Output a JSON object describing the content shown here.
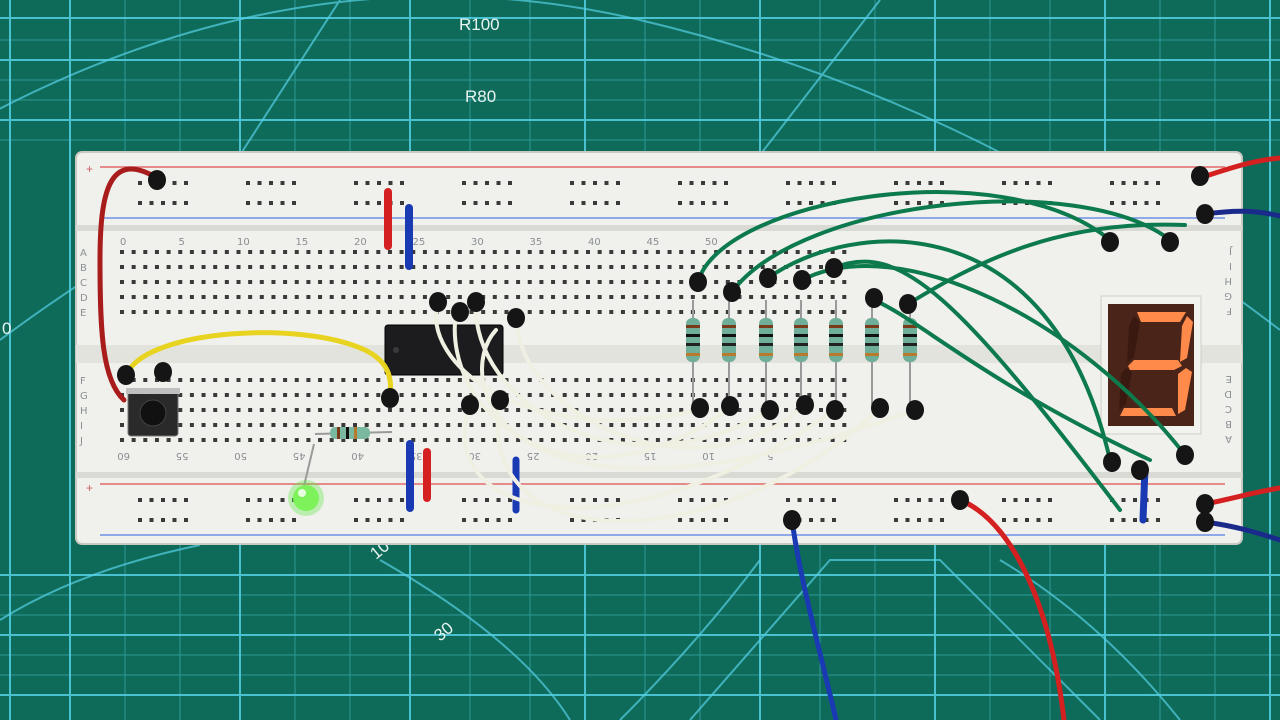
{
  "mat": {
    "labels": [
      "R100",
      "R80",
      "10",
      "30",
      "0"
    ]
  },
  "breadboard": {
    "row_letters_left": [
      "A",
      "B",
      "C",
      "D",
      "E",
      "F",
      "G",
      "H",
      "I",
      "J"
    ],
    "row_letters_right_top": [
      "J",
      "I",
      "H",
      "G",
      "F"
    ],
    "row_letters_right_bottom": [
      "E",
      "D",
      "C",
      "B",
      "A"
    ],
    "column_numbers_top": [
      "0",
      "5",
      "10",
      "15",
      "20",
      "25",
      "30",
      "35",
      "40",
      "45",
      "50"
    ],
    "column_numbers_bottom": [
      "60",
      "55",
      "50",
      "45",
      "40",
      "35",
      "30",
      "25",
      "20",
      "15",
      "10",
      "5"
    ],
    "rail_plus_symbol": "+"
  },
  "seven_segment_display": {
    "digit": "3",
    "segments_on": [
      "a",
      "b",
      "c",
      "d",
      "g"
    ],
    "color": "#ff8a4a"
  },
  "colors": {
    "mat": "#0f6b59",
    "grid": "#4fd2e8",
    "board": "#eeeee9",
    "red_wire": "#d42020",
    "blue_wire": "#1a3ab4",
    "green_wire": "#0d7a4e",
    "yellow_wire": "#e8d420",
    "white_wire": "#efefe2"
  }
}
